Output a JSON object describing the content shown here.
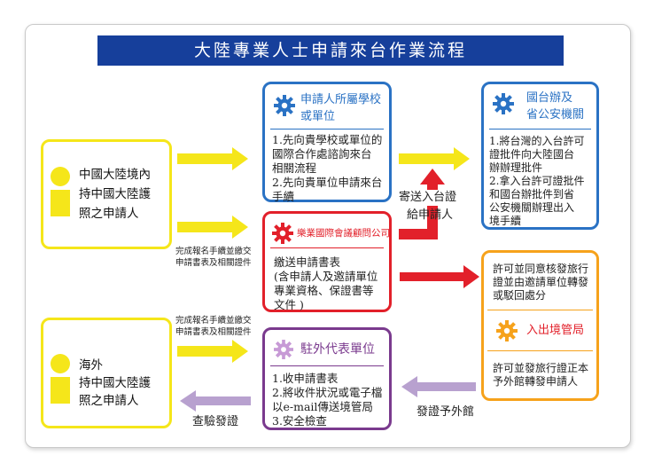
{
  "title": "大陸專業人士申請來台作業流程",
  "colors": {
    "title_bg": "#163f9b",
    "yellow": "#f5e61a",
    "blue": "#2a72c4",
    "red": "#e2202a",
    "orange": "#f6a21b",
    "purple": "#7a3a8e",
    "lavender": "#b8a1cf"
  },
  "mainland_applicant": {
    "lines": [
      "中國大陸境內",
      "持中國大陸護",
      "照之申請人"
    ]
  },
  "overseas_applicant": {
    "lines": [
      "海外",
      "持中國大陸護",
      "照之申請人"
    ]
  },
  "school_unit": {
    "icon": "gear-icon",
    "title_lines": [
      "申請人所屬學校",
      "或單位"
    ],
    "steps": [
      "1.先向貴學校或單位的",
      "  國際合作處諮詢來台",
      "  相關流程",
      "2.先向貴單位申請來台",
      "  手續"
    ]
  },
  "agency": {
    "icon": "gear-icon",
    "name": "樂業國際會議顧問公司",
    "lines": [
      "繳送申請書表",
      "(含申請人及邀請單位",
      "專業資格、保證書等",
      "文件  )"
    ]
  },
  "overseas_office": {
    "icon": "gear-icon",
    "title": "駐外代表單位",
    "steps": [
      "1.收申請書表",
      "2.將收件狀況或電子檔",
      "  以e-mail傳送境管局",
      "3.安全檢查"
    ]
  },
  "taiwan_office": {
    "icon": "gear-icon",
    "title_lines": [
      "國台辦及",
      "省公安機關"
    ],
    "steps": [
      "1.將台灣的入台許可",
      "  證批件向大陸國台",
      "  辦辦理批件",
      "2.拿入台許可證批件",
      "  和國台辦批件到省",
      "  公安機關辦理出入",
      "  境手續"
    ]
  },
  "immigration": {
    "icon": "gear-icon",
    "top_lines": [
      "許可並同意核發旅行",
      "證並由邀請單位轉發",
      "或駁回處分"
    ],
    "title": "入出境管局",
    "bottom_lines": [
      "許可並發旅行證正本",
      "予外館轉發申請人"
    ]
  },
  "labels": {
    "send_permit": [
      "寄送入台證",
      "給申請人"
    ],
    "complete_form_1": [
      "完成報名手續並繳交",
      "申請書表及相關證件"
    ],
    "complete_form_2": [
      "完成報名手續並繳交",
      "申請書表及相關證件"
    ],
    "issue_to_overseas": "發證予外館",
    "check_issue": "查驗發證"
  }
}
